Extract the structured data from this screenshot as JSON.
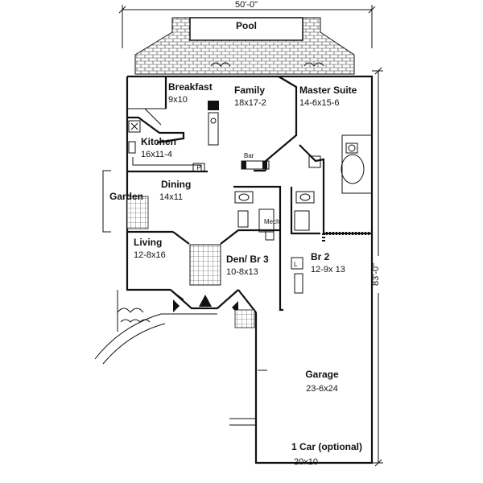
{
  "dimensions": {
    "width_label": "50'-0\"",
    "depth_label": "83'-0\""
  },
  "outdoor": {
    "pool": "Pool",
    "garden": "Garden"
  },
  "rooms": {
    "breakfast": {
      "name": "Breakfast",
      "size": "9x10"
    },
    "family": {
      "name": "Family",
      "size": "18x17-2"
    },
    "master": {
      "name": "Master Suite",
      "size": "14-6x15-6"
    },
    "kitchen": {
      "name": "Kitchen",
      "size": "16x11-4"
    },
    "dining": {
      "name": "Dining",
      "size": "14x11"
    },
    "living": {
      "name": "Living",
      "size": "12-8x16"
    },
    "den": {
      "name": "Den/ Br 3",
      "size": "10-8x13"
    },
    "br2": {
      "name": "Br 2",
      "size": "12-9x 13"
    },
    "garage": {
      "name": "Garage",
      "size": "23-6x24"
    },
    "onecar": {
      "name": "1 Car (optional)",
      "size": "20x10"
    }
  },
  "fixtures": {
    "bar": "Bar",
    "mech": "Mech",
    "pantry": "P",
    "laundry": "L"
  }
}
